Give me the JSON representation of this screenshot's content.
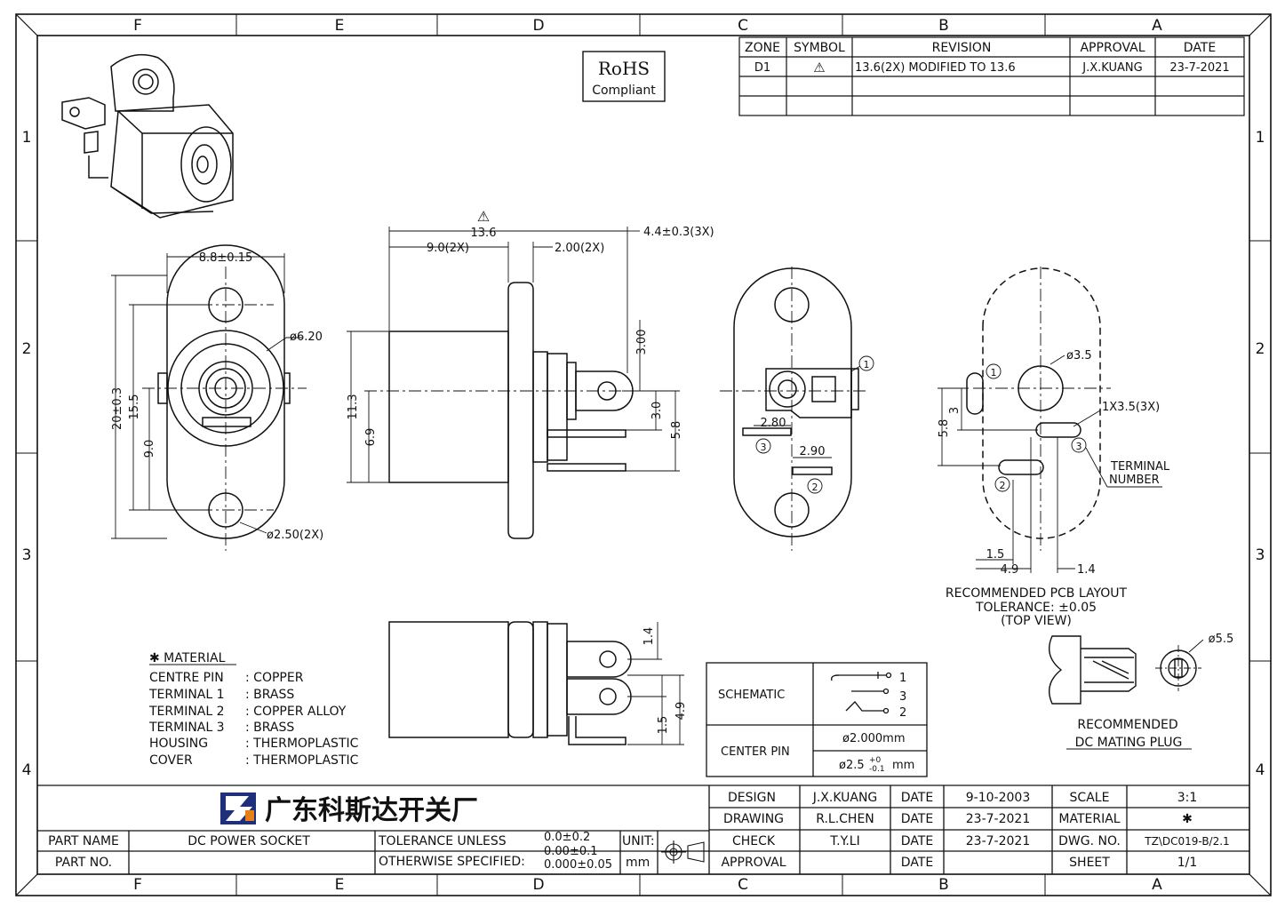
{
  "frame": {
    "zones_top": [
      "F",
      "E",
      "D",
      "C",
      "B",
      "A"
    ],
    "rows": [
      "1",
      "2",
      "3",
      "4"
    ]
  },
  "rohs": {
    "line1": "RoHS",
    "line2": "Compliant"
  },
  "revision_table": {
    "headers": [
      "ZONE",
      "SYMBOL",
      "REVISION",
      "APPROVAL",
      "DATE"
    ],
    "row": {
      "zone": "D1",
      "symbol": "⚠",
      "revision": "13.6(2X) MODIFIED TO 13.6",
      "approval": "J.X.KUANG",
      "date": "23-7-2021"
    }
  },
  "dimensions": {
    "front_width": "8.8±0.15",
    "front_height_total": "20±0.3",
    "front_height_mid": "15.5",
    "front_height_low": "9.0",
    "front_bore": "ø6.20",
    "front_holes": "ø2.50(2X)",
    "side_total": "13.6",
    "side_body": "9.0(2X)",
    "side_flange": "2.00(2X)",
    "side_tab": "4.4±0.3(3X)",
    "side_tab_height": "3.00",
    "side_h1": "11.3",
    "side_h2": "6.9",
    "side_r1": "3.0",
    "side_r2": "5.8",
    "rear_d1": "2.80",
    "rear_d2": "2.90",
    "pcb_hole": "ø3.5",
    "pcb_slot": "1X3.5(3X)",
    "pcb_h1": "3",
    "pcb_h2": "5.8",
    "pcb_w1": "1.5",
    "pcb_w2": "4.9",
    "pcb_w3": "1.4",
    "bottom_h1": "1.4",
    "bottom_h2": "1.5",
    "bottom_h3": "4.9",
    "plug_dia": "ø5.5"
  },
  "callouts": {
    "terminal1": "1",
    "terminal2": "2",
    "terminal3": "3",
    "terminal_number": "TERMINAL",
    "terminal_number2": "NUMBER"
  },
  "pcb_layout": {
    "line1": "RECOMMENDED PCB LAYOUT",
    "line2": "TOLERANCE: ±0.05",
    "line3": "(TOP VIEW)"
  },
  "mating_plug": {
    "line1": "RECOMMENDED",
    "line2": "DC MATING PLUG"
  },
  "material": {
    "title": "✱ MATERIAL",
    "items": [
      {
        "part": "CENTRE PIN",
        "value": ": COPPER"
      },
      {
        "part": "TERMINAL 1",
        "value": ": BRASS"
      },
      {
        "part": "TERMINAL 2",
        "value": ": COPPER ALLOY"
      },
      {
        "part": "TERMINAL 3",
        "value": ": BRASS"
      },
      {
        "part": "HOUSING",
        "value": ": THERMOPLASTIC"
      },
      {
        "part": "COVER",
        "value": ": THERMOPLASTIC"
      }
    ]
  },
  "schematic_box": {
    "schematic_label": "SCHEMATIC",
    "pins": [
      "1",
      "3",
      "2"
    ],
    "center_pin_label": "CENTER PIN",
    "center_pin_1": "ø2.000mm",
    "center_pin_2a": "ø2.5",
    "center_pin_2b": "+0",
    "center_pin_2c": "-0.1",
    "center_pin_2d": "mm"
  },
  "title_block": {
    "company": "广东科斯达开关厂",
    "part_name_label": "PART NAME",
    "part_name": "DC POWER SOCKET",
    "part_no_label": "PART NO.",
    "part_no": "",
    "tolerance_l1": "TOLERANCE UNLESS",
    "tolerance_l2": "OTHERWISE SPECIFIED:",
    "tol_1": "0.0±0.2",
    "tol_2": "0.00±0.1",
    "tol_3": "0.000±0.05",
    "unit_label": "UNIT:",
    "unit": "mm",
    "design_label": "DESIGN",
    "design_by": "J.X.KUANG",
    "design_date": "9-10-2003",
    "drawing_label": "DRAWING",
    "drawing_by": "R.L.CHEN",
    "drawing_date": "23-7-2021",
    "check_label": "CHECK",
    "check_by": "T.Y.LI",
    "check_date": "23-7-2021",
    "approval_label": "APPROVAL",
    "approval_by": "",
    "approval_date": "",
    "date_label": "DATE",
    "scale_label": "SCALE",
    "scale": "3:1",
    "material_label": "MATERIAL",
    "material": "✱",
    "dwg_label": "DWG. NO.",
    "dwg_no": "TZ\\DC019-B/2.1",
    "sheet_label": "SHEET",
    "sheet": "1/1"
  }
}
